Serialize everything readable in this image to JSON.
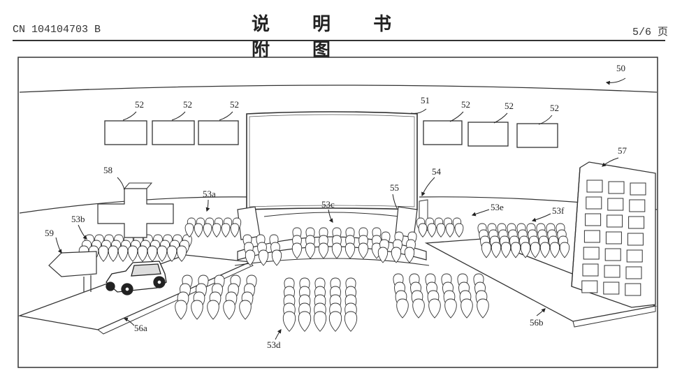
{
  "header": {
    "pub_number": "CN 104104703 B",
    "title": "说 明 书 附 图",
    "page": "5/6 页"
  },
  "figure": {
    "labels": {
      "l50": "50",
      "l51": "51",
      "l52": "52",
      "l53a": "53a",
      "l53b": "53b",
      "l53c": "53c",
      "l53d": "53d",
      "l53e": "53e",
      "l53f": "53f",
      "l54": "54",
      "l55": "55",
      "l56a": "56a",
      "l56b": "56b",
      "l57": "57",
      "l58": "58",
      "l59": "59"
    }
  }
}
